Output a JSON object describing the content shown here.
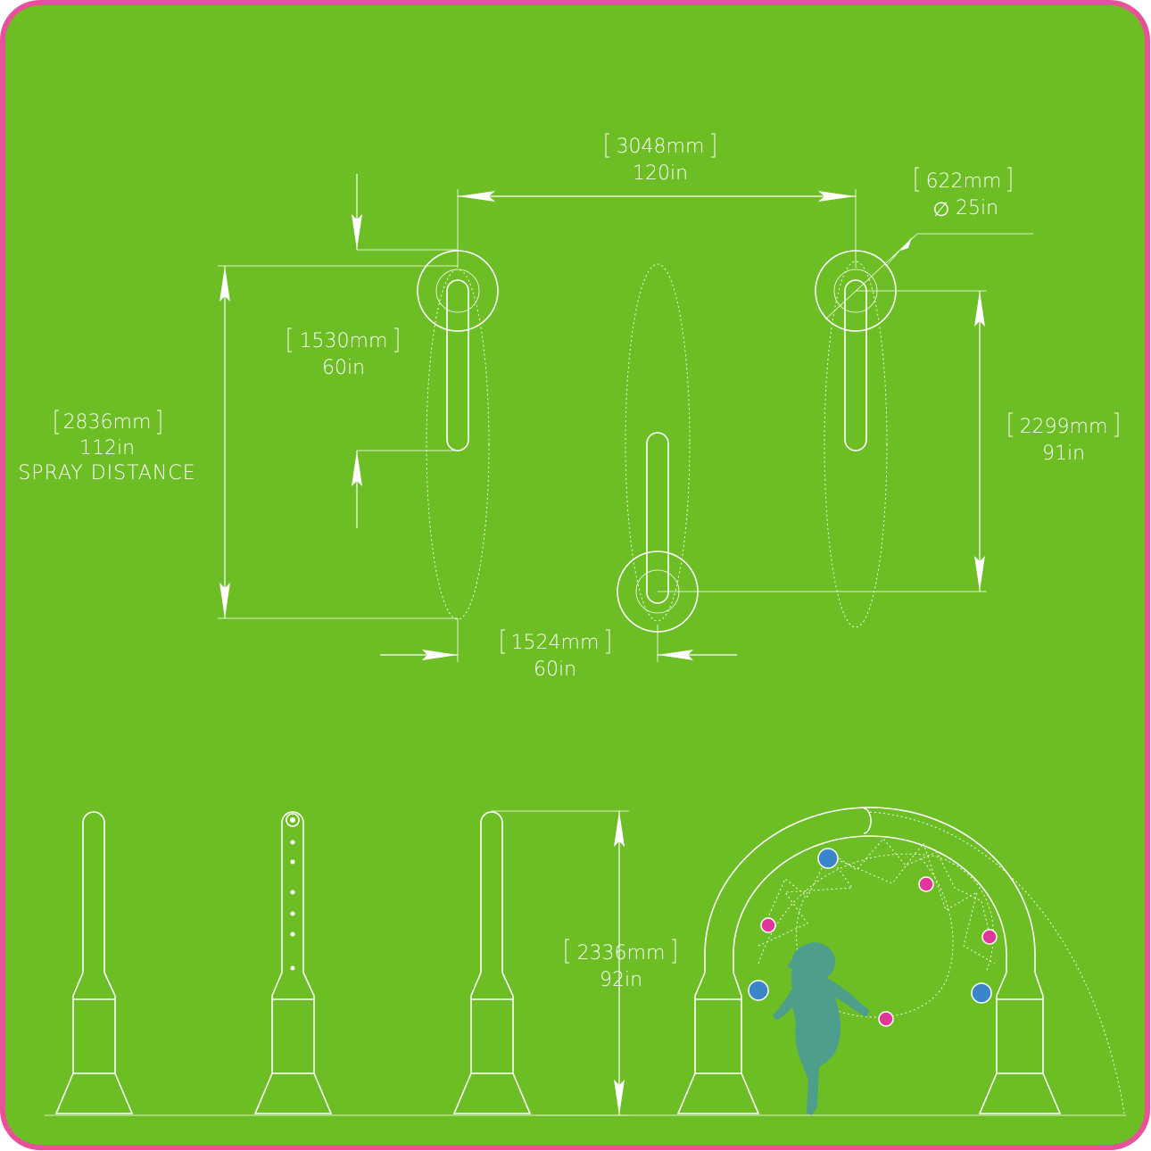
{
  "colors": {
    "background": "#6DBE24",
    "frame": "#E8509A",
    "line": "#FFFFFF",
    "nozzle_blue": "#3A86C8",
    "nozzle_pink": "#E0389A",
    "child_silhouette": "#4E9E8C"
  },
  "plan_view": {
    "span_mm": "3048mm",
    "span_in": "120in",
    "diameter_mm": "622mm",
    "diameter_in": "25in",
    "diameter_symbol": "∅",
    "post_offset_mm": "1530mm",
    "post_offset_in": "60in",
    "spray_mm": "2836mm",
    "spray_in": "112in",
    "spray_label": "SPRAY DISTANCE",
    "depth_mm": "2299mm",
    "depth_in": "91in",
    "offset_mm": "1524mm",
    "offset_in": "60in"
  },
  "elevation_view": {
    "height_mm": "2336mm",
    "height_in": "92in"
  },
  "icons": {
    "child": "child-silhouette-icon",
    "nozzle": "spray-nozzle-icon"
  }
}
